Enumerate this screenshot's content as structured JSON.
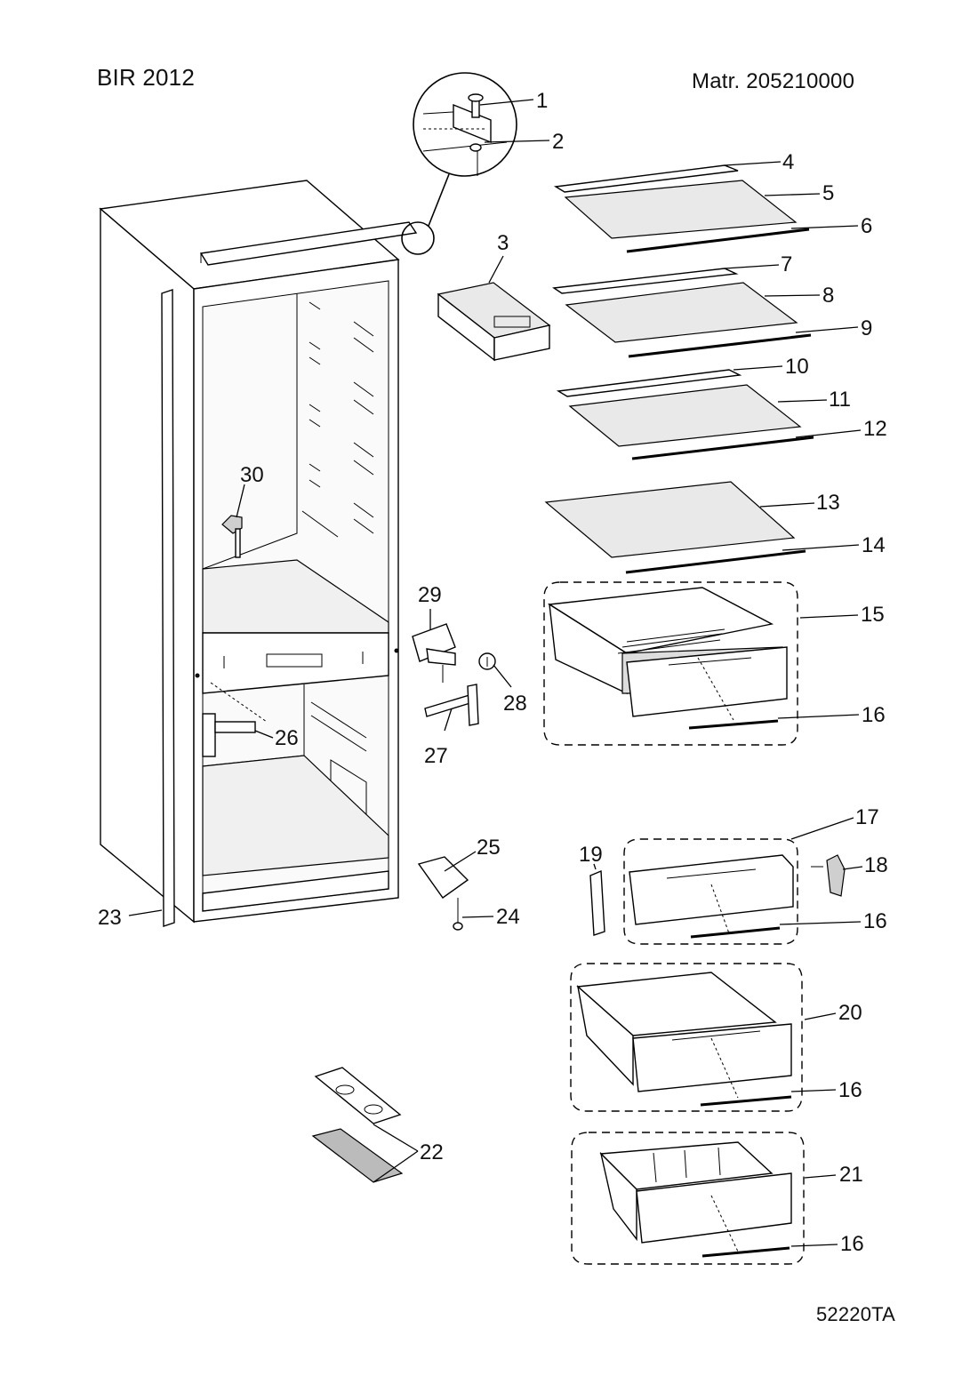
{
  "header": {
    "model": "BIR 2012",
    "material_number": "Matr. 205210000"
  },
  "footer": {
    "drawing_code": "52220TA"
  },
  "callouts": {
    "c1": "1",
    "c2": "2",
    "c3": "3",
    "c4": "4",
    "c5": "5",
    "c6": "6",
    "c7": "7",
    "c8": "8",
    "c9": "9",
    "c10": "10",
    "c11": "11",
    "c12": "12",
    "c13": "13",
    "c14": "14",
    "c15": "15",
    "c16a": "16",
    "c16b": "16",
    "c16c": "16",
    "c16d": "16",
    "c17": "17",
    "c18": "18",
    "c19": "19",
    "c20": "20",
    "c21": "21",
    "c22": "22",
    "c23": "23",
    "c24": "24",
    "c25": "25",
    "c26": "26",
    "c27": "27",
    "c28": "28",
    "c29": "29",
    "c30": "30"
  }
}
